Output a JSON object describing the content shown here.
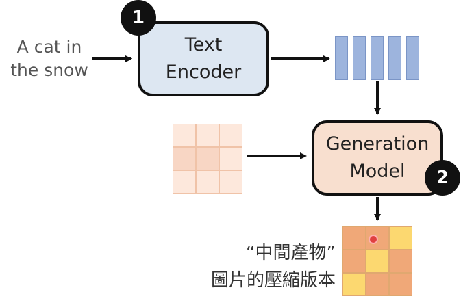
{
  "input_prompt": "A cat in\nthe snow",
  "text_encoder": {
    "label": "Text\nEncoder",
    "step": "1"
  },
  "generation_model": {
    "label": "Generation\nModel",
    "step": "2"
  },
  "output_caption": "“中間產物”\n圖片的壓縮版本",
  "colors": {
    "encoder_fill": "#dde7f2",
    "generation_fill": "#f8dfcf",
    "vector_fill": "#9db4dd",
    "noise_cells": [
      "#fde8dc",
      "#fde8dc",
      "#fde8dc",
      "#f8d6c4",
      "#f8d6c4",
      "#fde8dc",
      "#fde8dc",
      "#fde8dc",
      "#fde8dc"
    ],
    "output_cells": [
      "#f0a878",
      "#f0a878",
      "#fcd870",
      "#f0a878",
      "#fcd870",
      "#f0a878",
      "#fcd870",
      "#f0a878",
      "#f0a878"
    ]
  }
}
